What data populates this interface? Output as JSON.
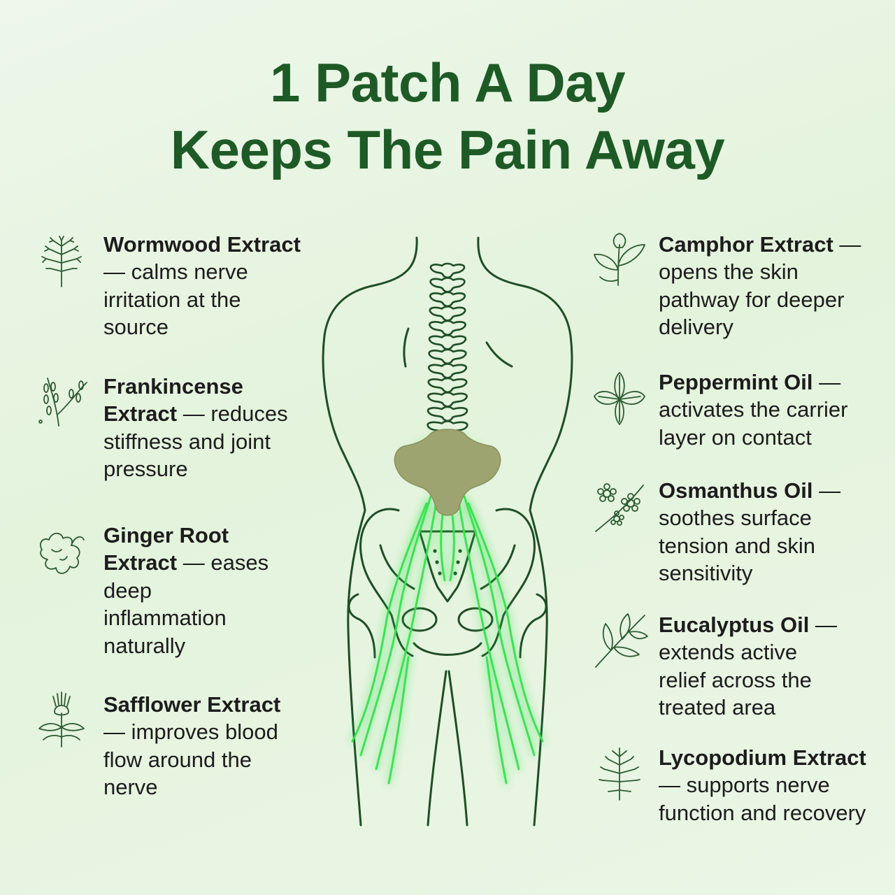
{
  "title": {
    "line1": "1 Patch A Day",
    "line2": "Keeps The Pain Away"
  },
  "colors": {
    "title": "#1e5a26",
    "outline": "#1f4d26",
    "glow": "#3ee65a",
    "patch": "#9da46f",
    "background": "#e6f4e0"
  },
  "ingredients_left": [
    {
      "icon": "wormwood-icon",
      "name": "Wormwood Extract",
      "desc": "calms nerve irritation at the source"
    },
    {
      "icon": "frankincense-icon",
      "name": "Frankincense Extract",
      "desc": "reduces stiffness and joint pressure"
    },
    {
      "icon": "ginger-icon",
      "name": "Ginger Root Extract",
      "desc": "eases deep inflammation naturally"
    },
    {
      "icon": "safflower-icon",
      "name": "Safflower Extract",
      "desc": "improves blood flow around the nerve"
    }
  ],
  "ingredients_right": [
    {
      "icon": "camphor-icon",
      "name": "Camphor Extract",
      "desc": "opens the skin pathway for deeper delivery"
    },
    {
      "icon": "peppermint-icon",
      "name": "Peppermint Oil",
      "desc": "activates the carrier layer on contact"
    },
    {
      "icon": "osmanthus-icon",
      "name": "Osmanthus Oil",
      "desc": "soothes surface tension and skin sensitivity"
    },
    {
      "icon": "eucalyptus-icon",
      "name": "Eucalyptus Oil",
      "desc": "extends active relief across the treated area"
    },
    {
      "icon": "lycopodium-icon",
      "name": "Lycopodium Extract",
      "desc": "supports nerve function and recovery"
    }
  ],
  "separator": " — "
}
